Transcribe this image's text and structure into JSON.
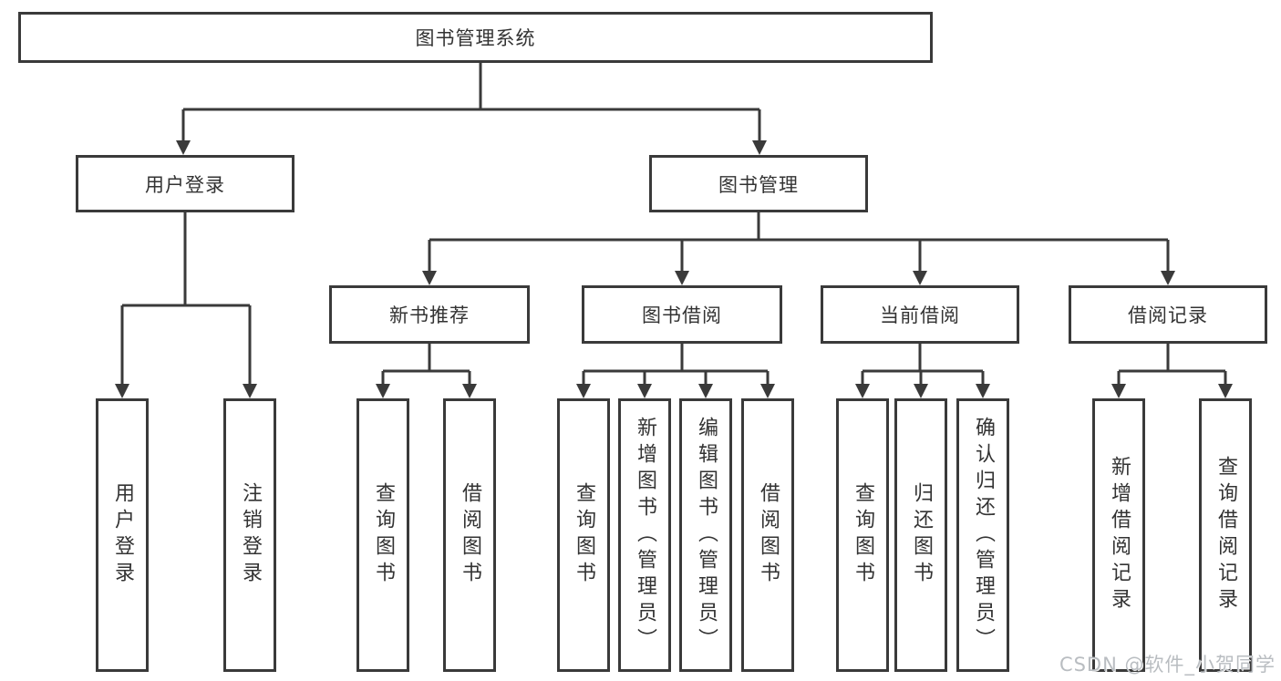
{
  "tree": {
    "root": {
      "label": "图书管理系统",
      "children": [
        {
          "label": "用户登录",
          "children": [
            {
              "label": "用户登录"
            },
            {
              "label": "注销登录"
            }
          ]
        },
        {
          "label": "图书管理",
          "children": [
            {
              "label": "新书推荐",
              "children": [
                {
                  "label": "查询图书"
                },
                {
                  "label": "借阅图书"
                }
              ]
            },
            {
              "label": "图书借阅",
              "children": [
                {
                  "label": "查询图书"
                },
                {
                  "label": "新增图书（管理员）"
                },
                {
                  "label": "编辑图书（管理员）"
                },
                {
                  "label": "借阅图书"
                }
              ]
            },
            {
              "label": "当前借阅",
              "children": [
                {
                  "label": "查询图书"
                },
                {
                  "label": "归还图书"
                },
                {
                  "label": "确认归还（管理员）"
                }
              ]
            },
            {
              "label": "借阅记录",
              "children": [
                {
                  "label": "新增借阅记录"
                },
                {
                  "label": "查询借阅记录"
                }
              ]
            }
          ]
        }
      ]
    }
  },
  "watermark": "CSDN @软件_小贺同学",
  "colors": {
    "line": "#3a3a3a",
    "text": "#333333",
    "watermark": "#b9bdc1",
    "background": "#ffffff"
  }
}
